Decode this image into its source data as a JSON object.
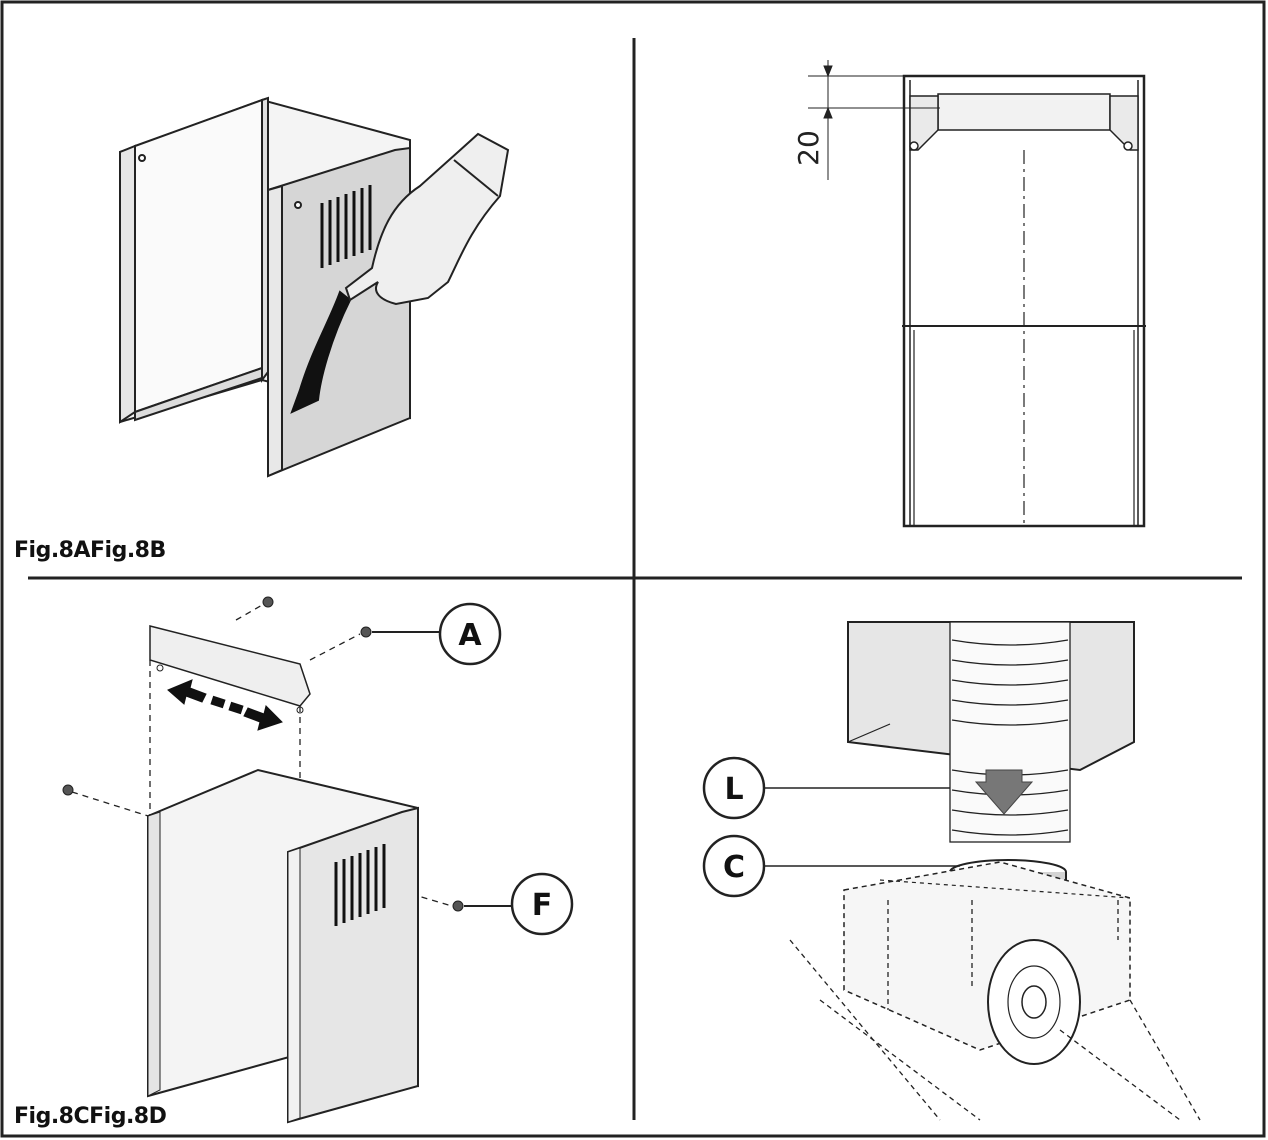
{
  "captions": {
    "top": "Fig.8AFig.8B",
    "bottom": "Fig.8CFig.8D"
  },
  "dimension": {
    "value": "20"
  },
  "callouts": {
    "a": "A",
    "f": "F",
    "l": "L",
    "c": "C"
  },
  "colors": {
    "line": "#1a1a1a",
    "panel_fill": "#eeeeee",
    "panel_shade": "#d9d9d9",
    "dark_panel": "#c8c8c8"
  }
}
